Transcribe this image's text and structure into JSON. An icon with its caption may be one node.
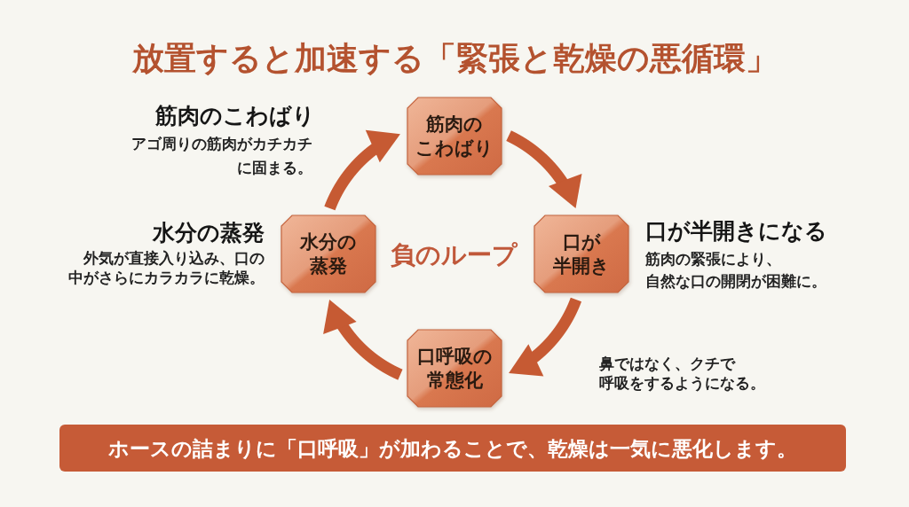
{
  "diagram": {
    "title": "放置すると加速する「緊張と乾燥の悪循環」",
    "nodes": [
      {
        "text": [
          "筋肉のこわばり"
        ],
        "beside": [
          "筋肉のこわばり",
          "アゴ周りの筋肉がカチカチに固まる。"
        ]
      },
      {
        "text": [
          "口が半開き"
        ],
        "beside": [
          "口が半開きになる",
          "筋肉の緊張により、自然な口の開閉が困難に。"
        ]
      },
      {
        "text": [
          "口呼吸の常態化"
        ]
      },
      {
        "text": [
          "水分の蒸発"
        ],
        "beside": [
          "水分の蒸発",
          "外気が直接入り込み、口の中がさらにカラカラに乾燥。"
        ]
      },
      {
        "text": [
          "ホースの詰まりに「口呼吸」が加わることで、乾燥は一気に悪化します。"
        ]
      }
    ],
    "edges": [
      {
        "from": 0,
        "to": 1,
        "arrow": "to"
      },
      {
        "from": 1,
        "to": 2,
        "arrow": "to"
      },
      {
        "from": 2,
        "to": 3,
        "arrow": "to"
      },
      {
        "from": 3,
        "to": 0,
        "arrow": "to"
      }
    ],
    "labels": [
      "負のループ",
      "鼻ではなく、クチで呼吸をするようになる。"
    ]
  }
}
